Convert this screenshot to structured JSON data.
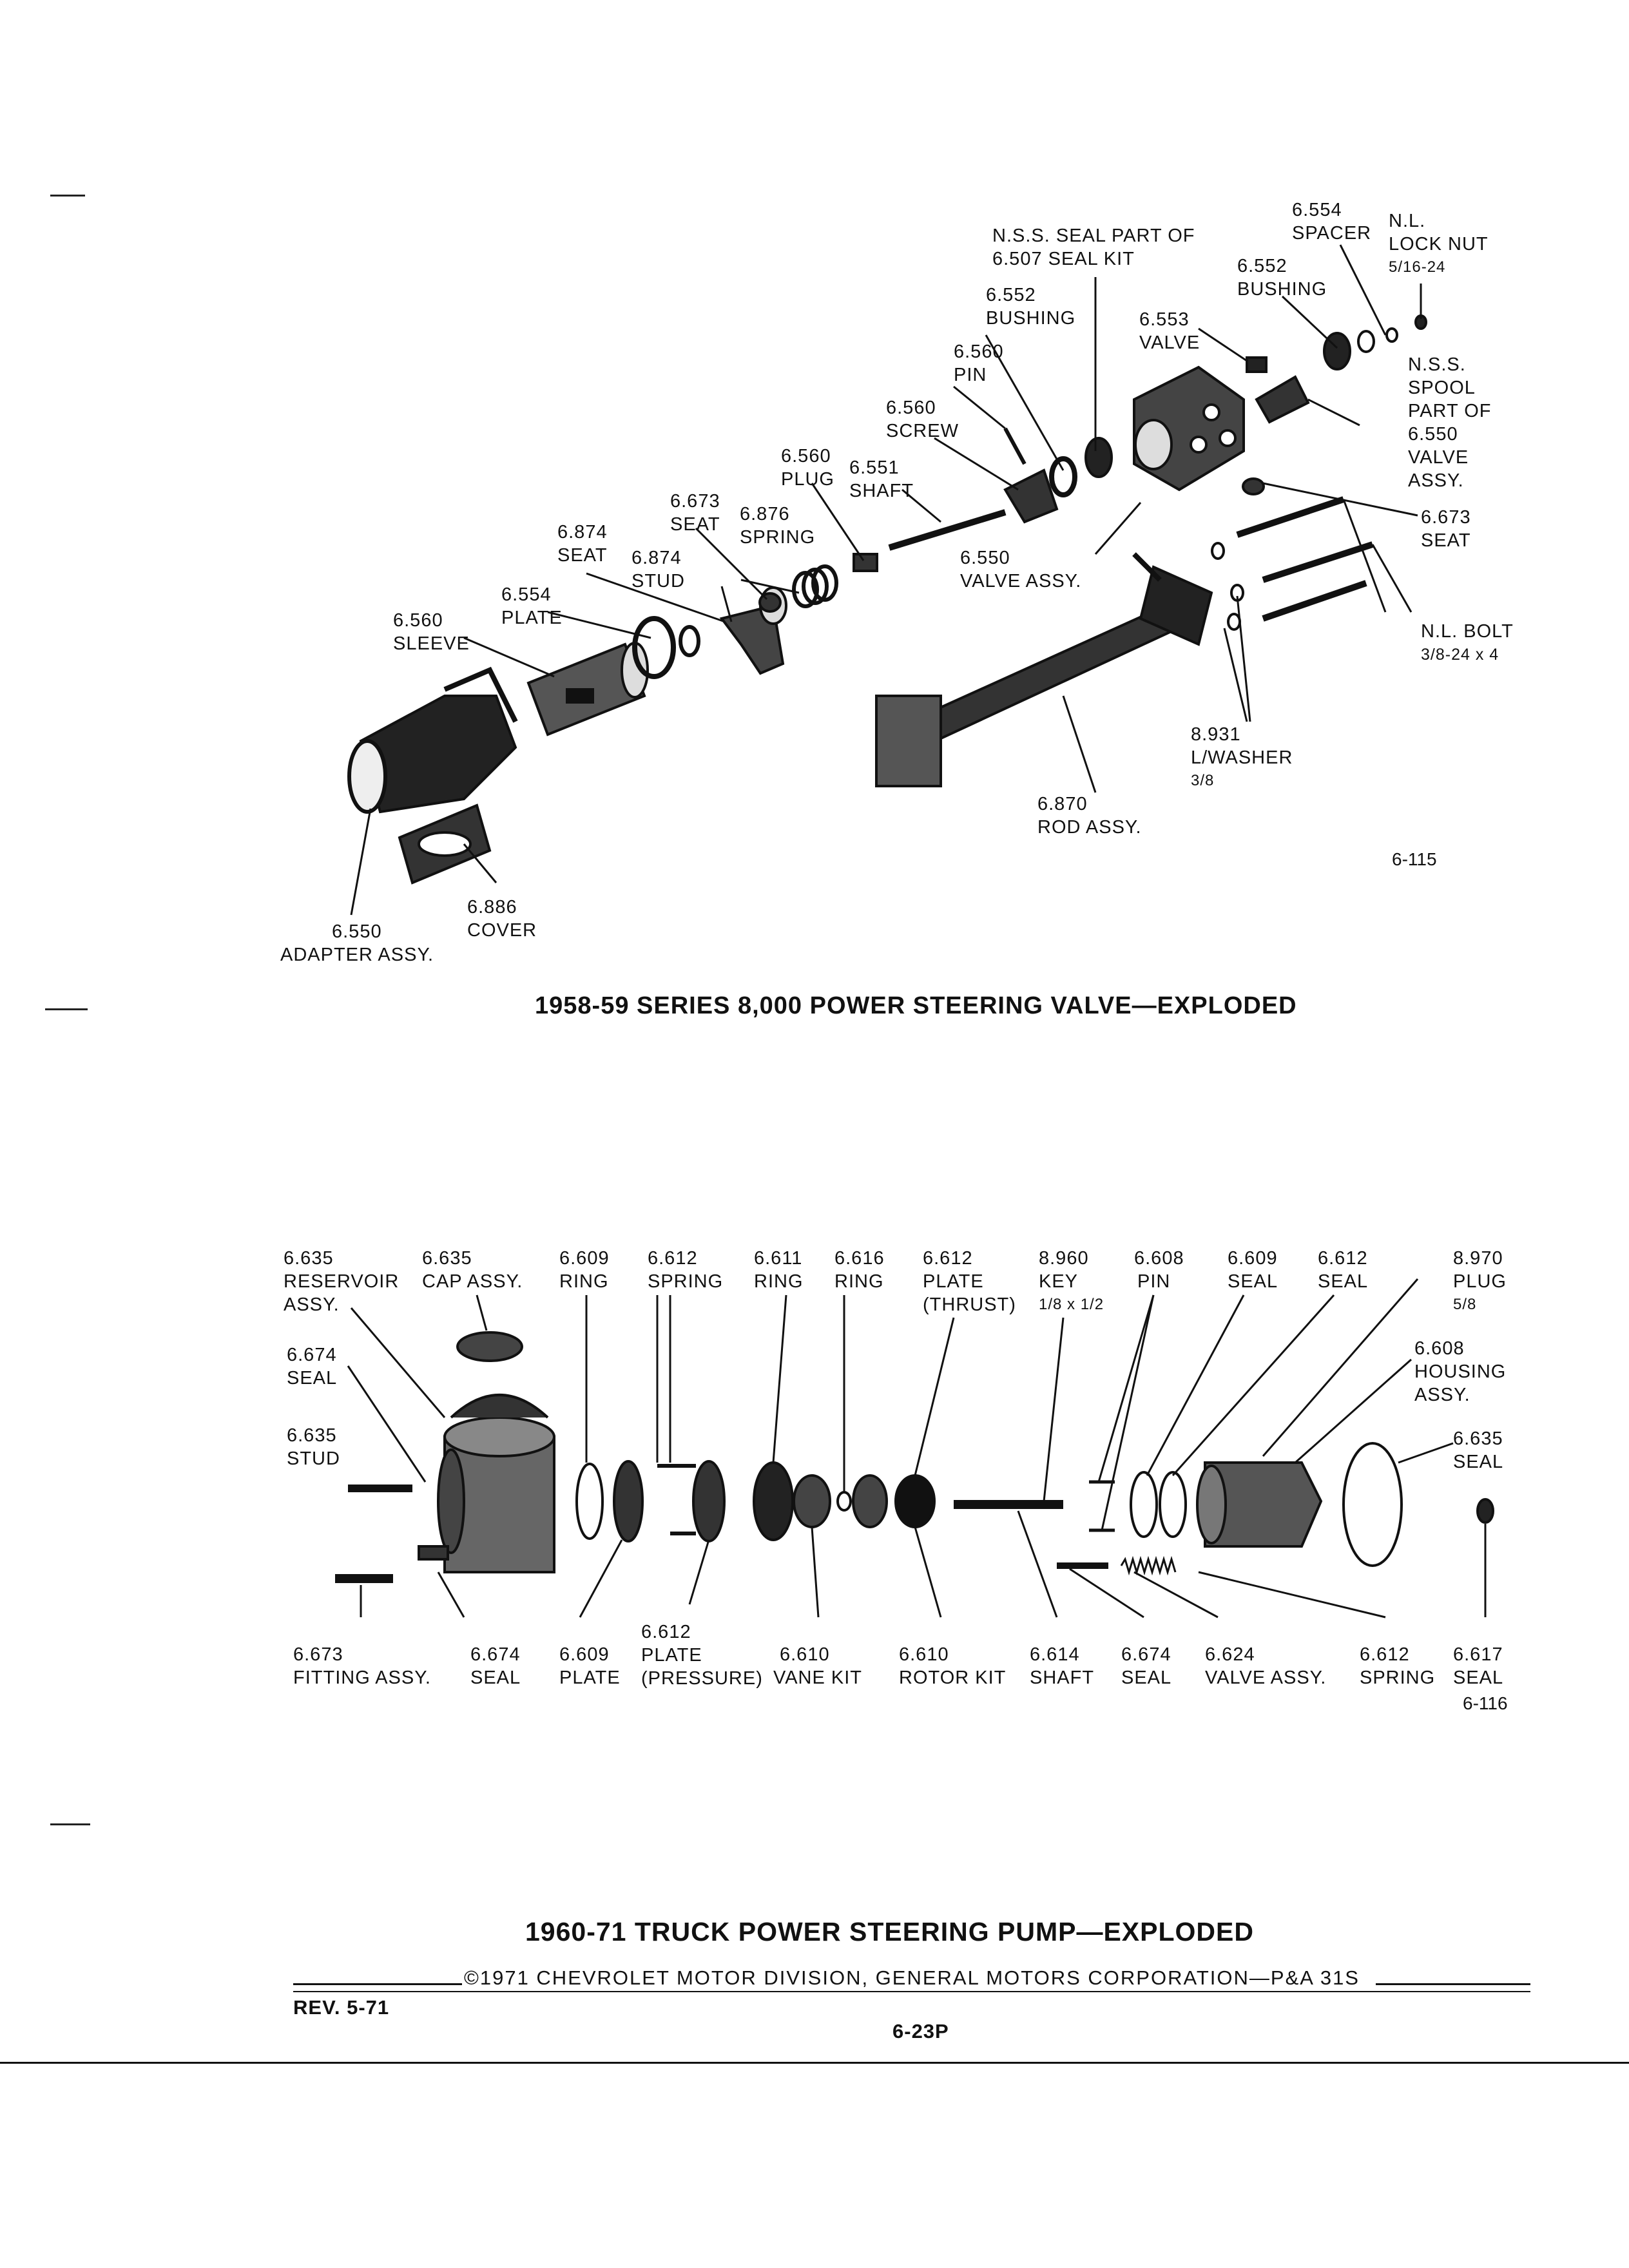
{
  "figure1": {
    "caption": "1958-59 SERIES 8,000 POWER STEERING VALVE—EXPLODED",
    "fig_number": "6-115",
    "labels": {
      "seal_kit": [
        "N.S.S. SEAL PART OF",
        "6.507 SEAL KIT"
      ],
      "spacer": [
        "6.554",
        "SPACER"
      ],
      "lock_nut": [
        "N.L.",
        "LOCK NUT",
        "5/16-24"
      ],
      "bushing_right": [
        "6.552",
        "BUSHING"
      ],
      "bushing_left": [
        "6.552",
        "BUSHING"
      ],
      "valve": [
        "6.553",
        "VALVE"
      ],
      "spool": [
        "N.S.S.",
        "SPOOL",
        "PART OF",
        "6.550",
        "VALVE",
        "ASSY."
      ],
      "pin": [
        "6.560",
        "PIN"
      ],
      "screw": [
        "6.560",
        "SCREW"
      ],
      "plug": [
        "6.560",
        "PLUG"
      ],
      "shaft": [
        "6.551",
        "SHAFT"
      ],
      "seat_top": [
        "6.673",
        "SEAT"
      ],
      "spring": [
        "6.876",
        "SPRING"
      ],
      "seat_right": [
        "6.673",
        "SEAT"
      ],
      "seat_left": [
        "6.874",
        "SEAT"
      ],
      "stud": [
        "6.874",
        "STUD"
      ],
      "plate": [
        "6.554",
        "PLATE"
      ],
      "sleeve": [
        "6.560",
        "SLEEVE"
      ],
      "valve_assy": [
        "6.550",
        "VALVE ASSY."
      ],
      "bolt": [
        "N.L. BOLT",
        "3/8-24 x 4"
      ],
      "lwasher": [
        "8.931",
        "L/WASHER",
        "3/8"
      ],
      "rod": [
        "6.870",
        "ROD ASSY."
      ],
      "cover": [
        "6.886",
        "COVER"
      ],
      "adapter": [
        "6.550",
        "ADAPTER ASSY."
      ]
    }
  },
  "figure2": {
    "caption": "1960-71 TRUCK POWER STEERING PUMP—EXPLODED",
    "fig_number": "6-116",
    "top_labels": {
      "reservoir": [
        "6.635",
        "RESERVOIR",
        "ASSY."
      ],
      "cap": [
        "6.635",
        "CAP ASSY."
      ],
      "ring1": [
        "6.609",
        "RING"
      ],
      "spring1": [
        "6.612",
        "SPRING"
      ],
      "ring2": [
        "6.611",
        "RING"
      ],
      "ring3": [
        "6.616",
        "RING"
      ],
      "plate_thrust": [
        "6.612",
        "PLATE",
        "(THRUST)"
      ],
      "key": [
        "8.960",
        "KEY",
        "1/8 x 1/2"
      ],
      "pin": [
        "6.608",
        "PIN"
      ],
      "seal1": [
        "6.609",
        "SEAL"
      ],
      "seal2": [
        "6.612",
        "SEAL"
      ],
      "plug": [
        "8.970",
        "PLUG",
        "5/8"
      ]
    },
    "side_labels": {
      "seal_674": [
        "6.674",
        "SEAL"
      ],
      "stud": [
        "6.635",
        "STUD"
      ],
      "housing": [
        "6.608",
        "HOUSING",
        "ASSY."
      ],
      "seal_635": [
        "6.635",
        "SEAL"
      ]
    },
    "bottom_labels": {
      "fitting": [
        "6.673",
        "FITTING ASSY."
      ],
      "seal_674b": [
        "6.674",
        "SEAL"
      ],
      "plate_609": [
        "6.609",
        "PLATE"
      ],
      "plate_pressure": [
        "6.612",
        "PLATE",
        "(PRESSURE)"
      ],
      "vane_kit": [
        "6.610",
        "VANE KIT"
      ],
      "rotor_kit": [
        "6.610",
        "ROTOR KIT"
      ],
      "shaft": [
        "6.614",
        "SHAFT"
      ],
      "seal_674c": [
        "6.674",
        "SEAL"
      ],
      "valve_assy": [
        "6.624",
        "VALVE ASSY."
      ],
      "spring": [
        "6.612",
        "SPRING"
      ],
      "seal_617": [
        "6.617",
        "SEAL"
      ]
    }
  },
  "footer": {
    "copyright": "©1971 CHEVROLET MOTOR DIVISION, GENERAL MOTORS CORPORATION—P&A 31S",
    "revision": "REV. 5-71",
    "page": "6-23P"
  }
}
